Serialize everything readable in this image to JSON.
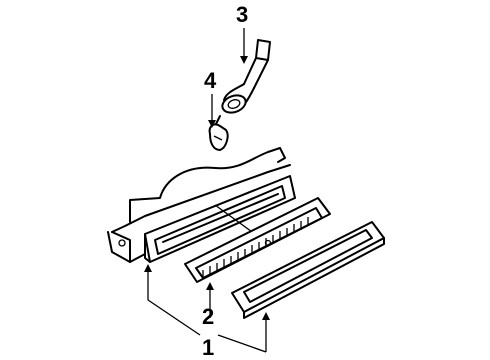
{
  "callouts": {
    "c1": "1",
    "c2": "2",
    "c3": "3",
    "c4": "4"
  },
  "icons": {
    "housing": "light-housing-bracket-icon",
    "lens": "lens-icon",
    "bulb": "bulb-icon",
    "socket": "bulb-socket-icon"
  }
}
